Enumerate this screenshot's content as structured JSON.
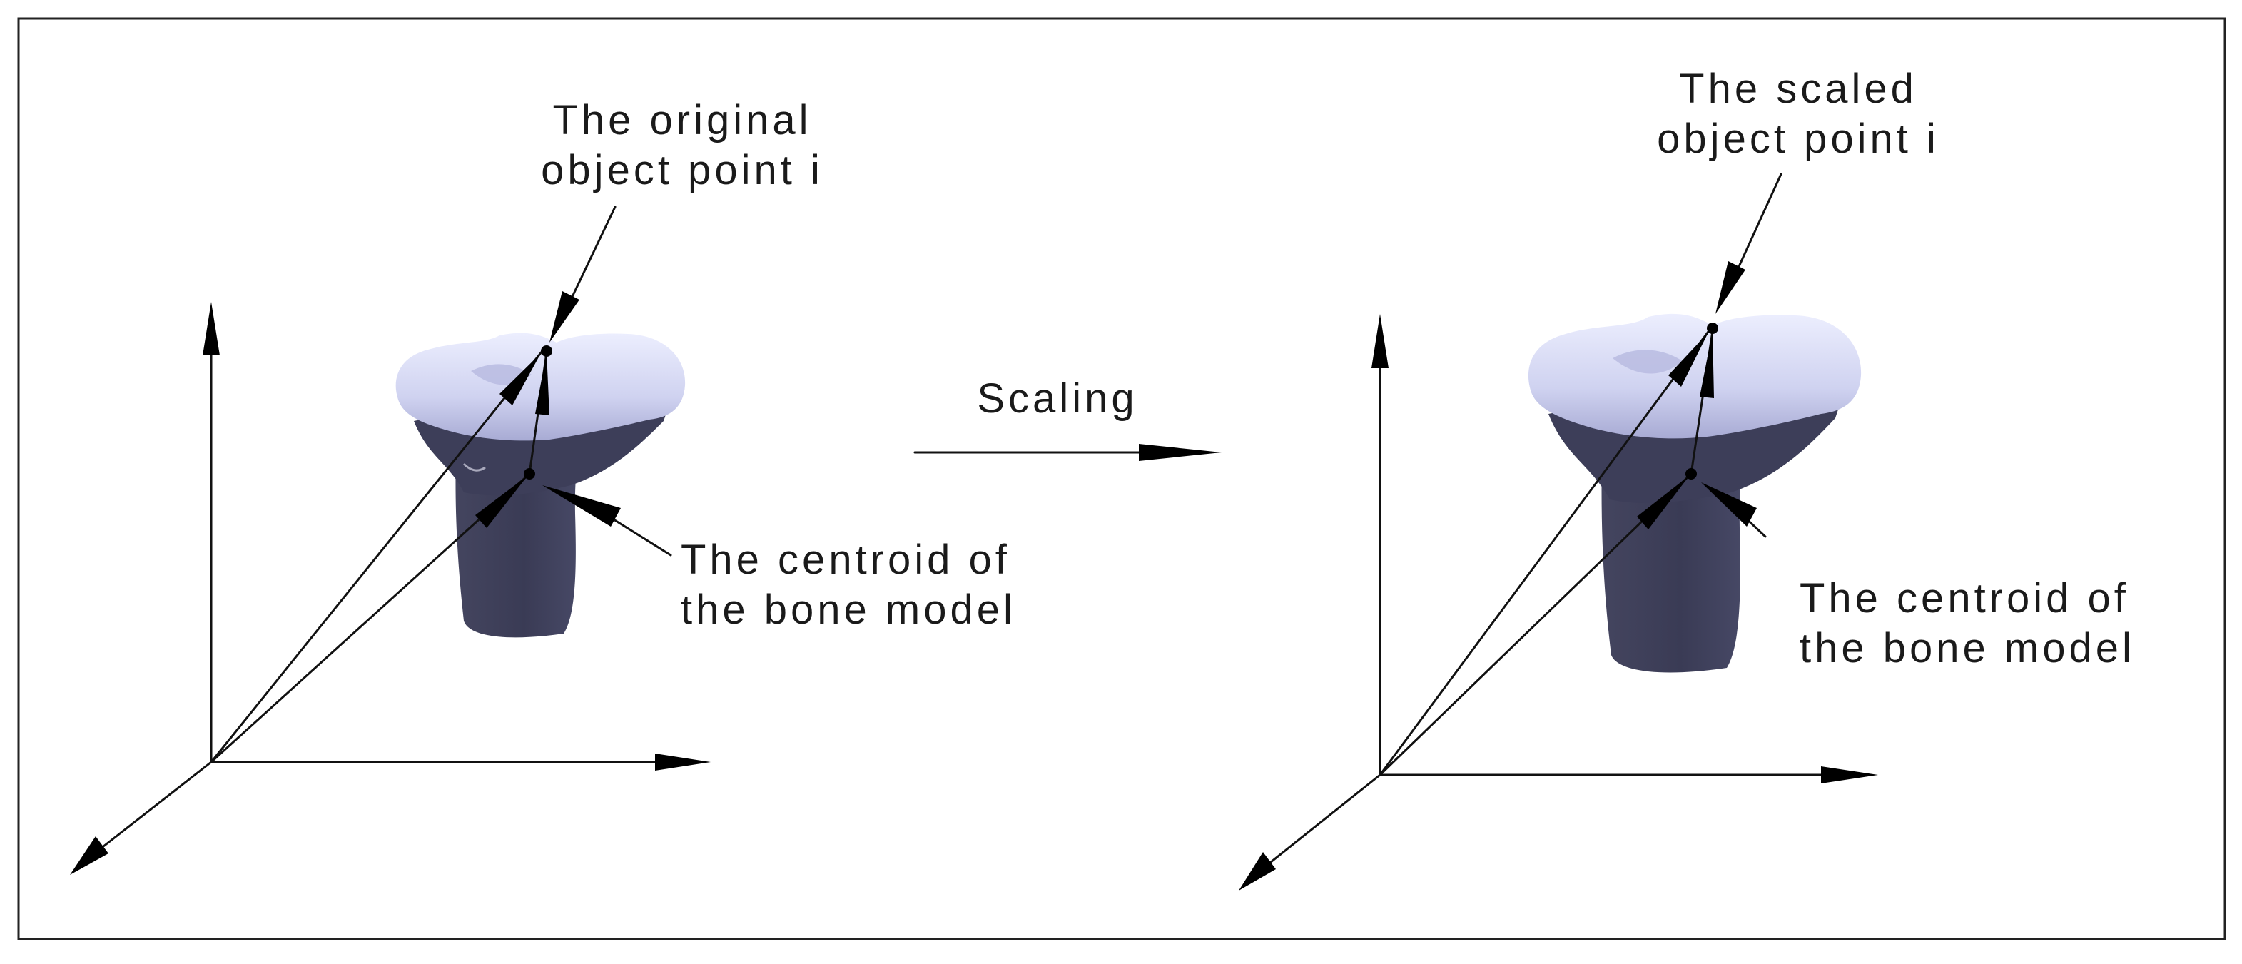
{
  "left_panel": {
    "label_point_line1": "The original",
    "label_point_line2": "object point i",
    "label_centroid_line1": "The centroid of",
    "label_centroid_line2": "the bone model"
  },
  "transition": {
    "label": "Scaling"
  },
  "right_panel": {
    "label_point_line1": "The scaled",
    "label_point_line2": "object point i",
    "label_centroid_line1": "The centroid of",
    "label_centroid_line2": "the bone model"
  },
  "colors": {
    "bone_top": "#e6e8fb",
    "bone_shaft": "#3c3d58",
    "bone_mid": "#6b6d92"
  }
}
